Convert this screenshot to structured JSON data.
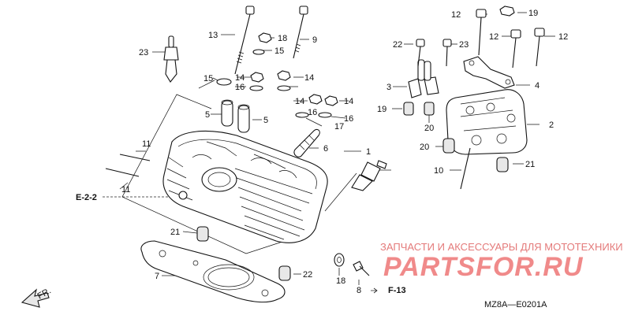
{
  "callouts": [
    {
      "id": "c1",
      "text": "1"
    },
    {
      "id": "c2",
      "text": "2"
    },
    {
      "id": "c3",
      "text": "3"
    },
    {
      "id": "c4",
      "text": "4"
    },
    {
      "id": "c5a",
      "text": "5"
    },
    {
      "id": "c5b",
      "text": "5"
    },
    {
      "id": "c6",
      "text": "6"
    },
    {
      "id": "c7",
      "text": "7"
    },
    {
      "id": "c8",
      "text": "8"
    },
    {
      "id": "c9",
      "text": "9"
    },
    {
      "id": "c10",
      "text": "10"
    },
    {
      "id": "c11a",
      "text": "11"
    },
    {
      "id": "c11b",
      "text": "11"
    },
    {
      "id": "c12a",
      "text": "12"
    },
    {
      "id": "c12b",
      "text": "12"
    },
    {
      "id": "c12c",
      "text": "12"
    },
    {
      "id": "c13",
      "text": "13"
    },
    {
      "id": "c14a",
      "text": "14"
    },
    {
      "id": "c14b",
      "text": "14"
    },
    {
      "id": "c14c",
      "text": "14"
    },
    {
      "id": "c14d",
      "text": "14"
    },
    {
      "id": "c15a",
      "text": "15"
    },
    {
      "id": "c15b",
      "text": "15"
    },
    {
      "id": "c16a",
      "text": "16"
    },
    {
      "id": "c16b",
      "text": "16"
    },
    {
      "id": "c16c",
      "text": "16"
    },
    {
      "id": "c17",
      "text": "17"
    },
    {
      "id": "c18a",
      "text": "18"
    },
    {
      "id": "c18b",
      "text": "18"
    },
    {
      "id": "c19a",
      "text": "19"
    },
    {
      "id": "c19b",
      "text": "19"
    },
    {
      "id": "c20a",
      "text": "20"
    },
    {
      "id": "c20b",
      "text": "20"
    },
    {
      "id": "c21a",
      "text": "21"
    },
    {
      "id": "c21b",
      "text": "21"
    },
    {
      "id": "c22a",
      "text": "22"
    },
    {
      "id": "c22b",
      "text": "22"
    },
    {
      "id": "c23a",
      "text": "23"
    },
    {
      "id": "c23b",
      "text": "23"
    }
  ],
  "references": {
    "e22": "E-2-2",
    "f13": "F-13",
    "fr": "FR."
  },
  "watermark": {
    "line1": "ЗАПЧАСТИ И АКСЕССУАРЫ ДЛЯ МОТОТЕХНИКИ",
    "line2": "PARTSFOR.RU"
  },
  "diagram_code": "MZ8A—E0201A",
  "colors": {
    "ink": "#111111",
    "watermark": "#f08a8a"
  }
}
